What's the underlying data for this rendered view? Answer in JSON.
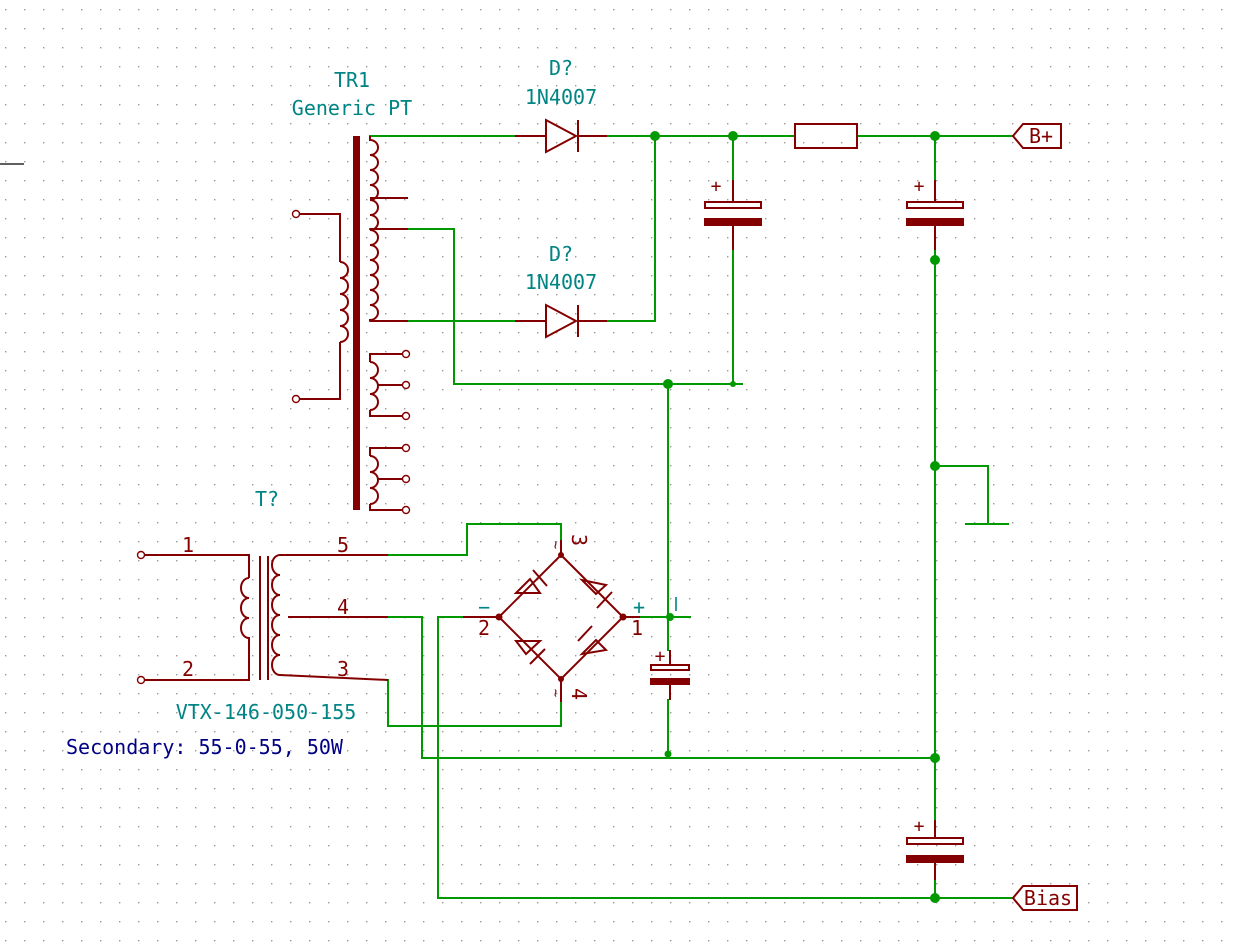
{
  "components": {
    "tr1": {
      "ref": "TR1",
      "value": "Generic PT"
    },
    "d1": {
      "ref": "D?",
      "value": "1N4007"
    },
    "d2": {
      "ref": "D?",
      "value": "1N4007"
    },
    "t2": {
      "ref": "T?",
      "value": "VTX-146-050-155",
      "pins": {
        "p1": "1",
        "p2": "2",
        "p5": "5",
        "p4": "4",
        "p3": "3"
      }
    },
    "bridge": {
      "pin1": "1",
      "pin2": "2",
      "pin3": "3",
      "pin4": "4",
      "plus": "+",
      "minus": "−",
      "ac": "~"
    }
  },
  "labels": {
    "bplus": "B+",
    "bias": "Bias",
    "cap_plus": "+"
  },
  "notes": {
    "secondary": "Secondary: 55-0-55, 50W"
  },
  "colors": {
    "wire": "#009900",
    "symbol": "#840000",
    "reference": "#008484",
    "note": "#000084"
  }
}
